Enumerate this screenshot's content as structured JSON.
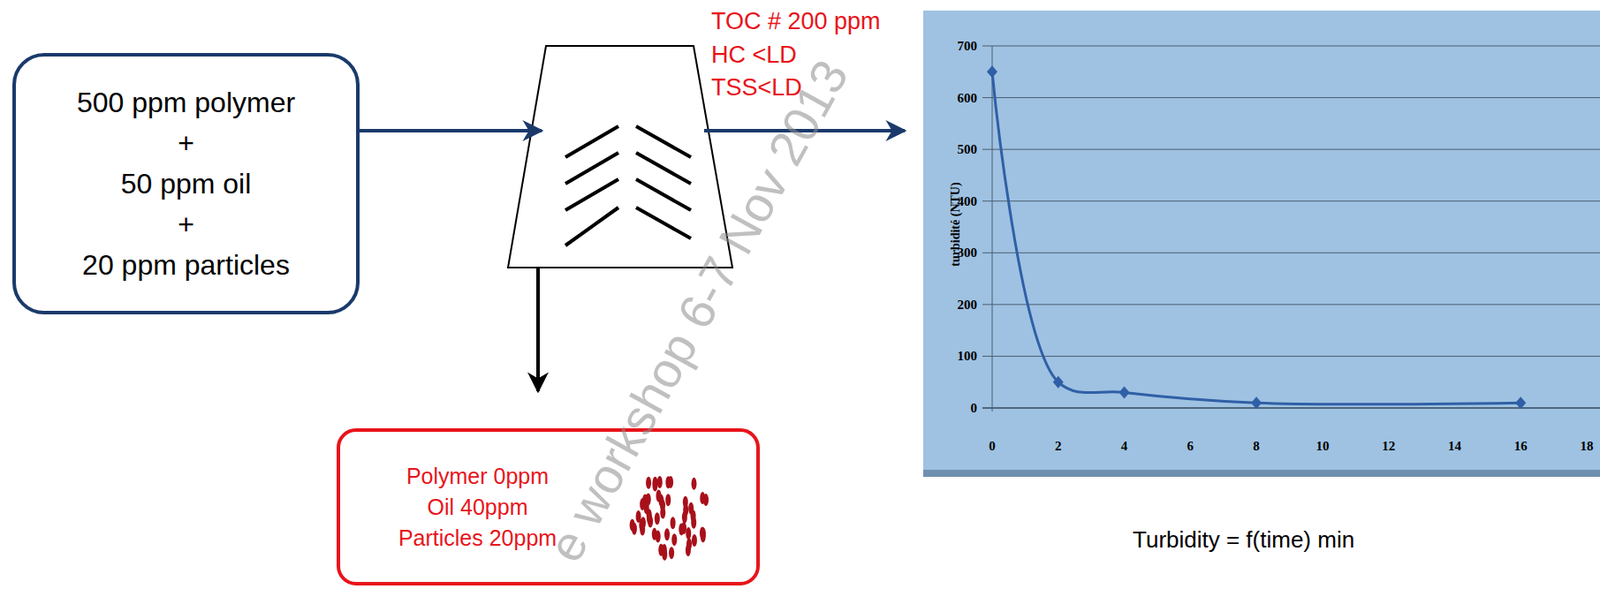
{
  "diagram": {
    "nodes": [
      {
        "text": [
          "500 ppm polymer",
          "+",
          "50 ppm oil",
          "+",
          "20 ppm particles"
        ]
      },
      {
        "text": [
          "Polymer 0ppm",
          "Oil 40ppm",
          "Particles 20ppm"
        ]
      }
    ],
    "labels": [
      "TOC # 200 ppm",
      "HC <LD",
      "TSS<LD",
      "700",
      "600",
      "500",
      "400",
      "300",
      "200",
      "100",
      "0",
      "0",
      "2",
      "4",
      "6",
      "8",
      "10",
      "12",
      "14",
      "16",
      "18",
      "turbidité (NTU)",
      "Turbidity = f(time) min",
      "e workshop 6-7 Nov 2013"
    ]
  }
}
